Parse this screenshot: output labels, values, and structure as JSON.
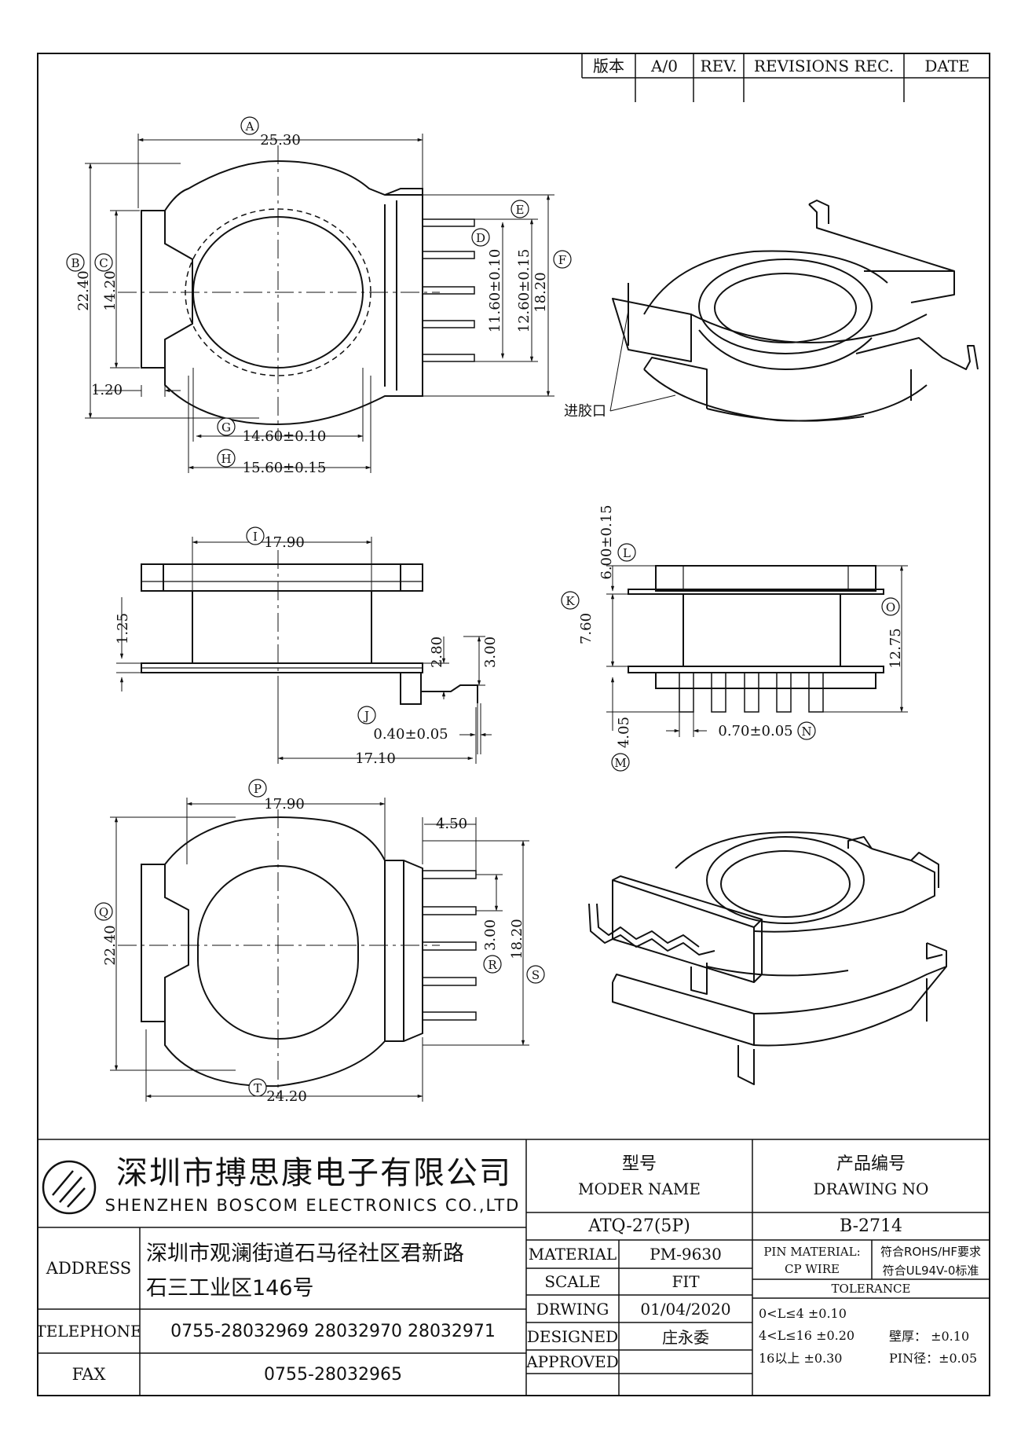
{
  "revision_block": {
    "version_label": "版本",
    "version_value": "A/0",
    "rev_label": "REV.",
    "revisions_label": "REVISIONS REC.",
    "date_label": "DATE"
  },
  "dimensions": {
    "A": "A",
    "A_val": "25.30",
    "B": "B",
    "B_val": "22.40",
    "C": "C",
    "C_val": "14.20",
    "D": "D",
    "D_val": "11.60±0.10",
    "E": "E",
    "E_val": "12.60±0.15",
    "F": "F",
    "F_val": "18.20",
    "G": "G",
    "G_val": "14.60±0.10",
    "H": "H",
    "H_val": "15.60±0.15",
    "left_offset": "1.20",
    "I": "I",
    "I_val": "17.90",
    "flange_gap": "1.25",
    "pin_h1": "2.80",
    "pin_h2": "3.00",
    "J": "J",
    "J_val": "0.40±0.05",
    "span_17_10": "17.10",
    "K": "K",
    "K_val": "7.60",
    "L": "L",
    "L_val": "6.00±0.15",
    "M": "M",
    "M_val": "4.05",
    "N": "N",
    "N_val": "0.70±0.05",
    "O": "O",
    "O_val": "12.75",
    "P": "P",
    "P_val": "17.90",
    "Q": "Q",
    "Q_val": "22.40",
    "R": "R",
    "R_val": "3.00",
    "S": "S",
    "S_val": "18.20",
    "T": "T",
    "T_val": "24.20",
    "pin_len": "4.50",
    "gate_label": "进胶口"
  },
  "title_block": {
    "company_cn": "深圳市搏思康电子有限公司",
    "company_en": "SHENZHEN BOSCOM ELECTRONICS CO.,LTD",
    "address_label": "ADDRESS",
    "address_line1": "深圳市观澜街道石马径社区君新路",
    "address_line2": "石三工业区146号",
    "telephone_label": "TELEPHONE",
    "telephone_value": "0755-28032969 28032970 28032971",
    "fax_label": "FAX",
    "fax_value": "0755-28032965",
    "model_label_cn": "型号",
    "model_label_en": "MODER NAME",
    "model_value": "ATQ-27(5P)",
    "drawing_label_cn": "产品编号",
    "drawing_label_en": "DRAWING NO",
    "drawing_value": "B-2714",
    "material_label": "MATERIAL",
    "material_value": "PM-9630",
    "scale_label": "SCALE",
    "scale_value": "FIT",
    "drawing_date_label": "DRWING",
    "drawing_date_value": "01/04/2020",
    "designed_label": "DESIGNED",
    "designed_value": "庄永委",
    "approved_label": "APPROVED",
    "approved_value": "",
    "pin_material_label": "PIN MATERIAL:",
    "pin_material_value": "CP WIRE",
    "rohs_note": "符合ROHS/HF要求",
    "ul_note": "符合UL94V-0标准",
    "tolerance_label": "TOLERANCE",
    "tol_row1": "0<L≤4  ±0.10",
    "tol_row2": "4<L≤16 ±0.20",
    "tol_row3": "16以上     ±0.30",
    "wall_label": "壁厚：  ±0.10",
    "pin_dia_label": "PIN径：±0.05"
  }
}
